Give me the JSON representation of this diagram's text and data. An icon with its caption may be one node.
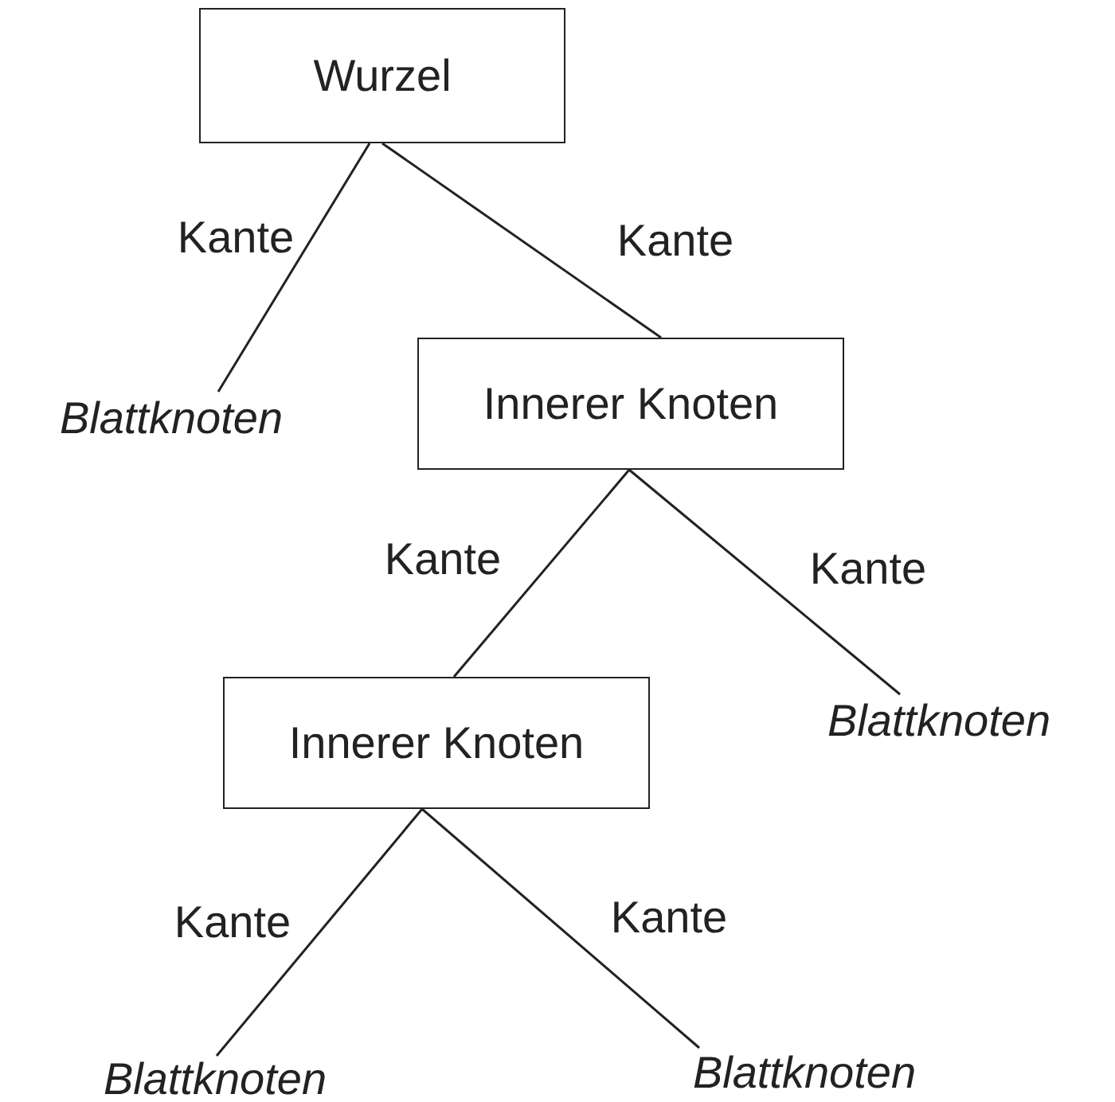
{
  "diagram": {
    "nodes": [
      {
        "text": [
          "Wurzel"
        ]
      },
      {
        "text": [
          "Blattknoten"
        ]
      },
      {
        "text": [
          "Innerer Knoten"
        ]
      },
      {
        "text": [
          "Innerer Knoten"
        ]
      },
      {
        "text": [
          "Blattknoten"
        ]
      },
      {
        "text": [
          "Blattknoten"
        ]
      },
      {
        "text": [
          "Blattknoten"
        ]
      }
    ],
    "edges": [
      {
        "from": 0,
        "to": 1,
        "arrow": "none",
        "label": "Kante"
      },
      {
        "from": 0,
        "to": 2,
        "arrow": "none",
        "label": "Kante"
      },
      {
        "from": 2,
        "to": 3,
        "arrow": "none",
        "label": "Kante"
      },
      {
        "from": 2,
        "to": 4,
        "arrow": "none",
        "label": "Kante"
      },
      {
        "from": 3,
        "to": 5,
        "arrow": "none",
        "label": "Kante"
      },
      {
        "from": 3,
        "to": 6,
        "arrow": "none",
        "label": "Kante"
      }
    ]
  }
}
